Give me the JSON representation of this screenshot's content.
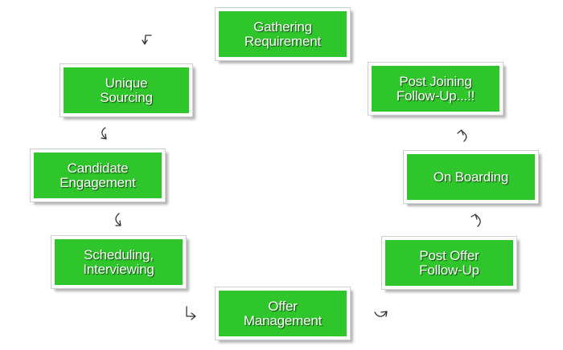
{
  "steps": {
    "gathering_requirement": "Gathering\nRequirement",
    "unique_sourcing": "Unique\nSourcing",
    "candidate_engagement": "Candidate\nEngagement",
    "scheduling_interviewing": "Scheduling,\nInterviewing",
    "offer_management": "Offer\nManagement",
    "post_offer_followup": "Post Offer\nFollow-Up",
    "on_boarding": "On Boarding",
    "post_joining_followup": "Post Joining\nFollow-Up...!!"
  },
  "colors": {
    "box_fill": "#2ec62a",
    "box_border": "#ffffff",
    "label_text": "#ffffff",
    "arrow": "#333333"
  },
  "icons": {
    "connector": "curved-arrow-icon"
  }
}
